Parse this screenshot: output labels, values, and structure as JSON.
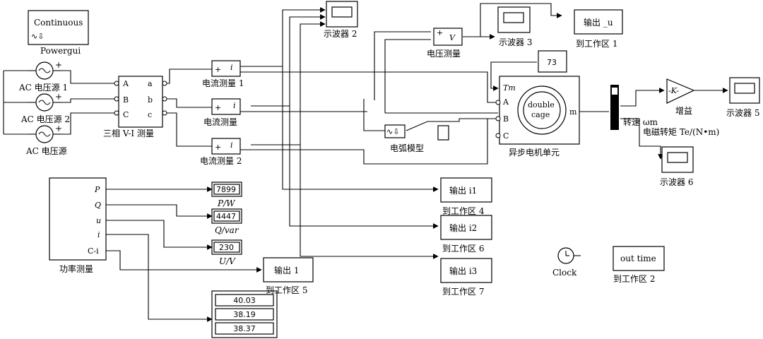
{
  "powergui": {
    "mode": "Continuous",
    "name": "Powergui",
    "icon": "sine-wave-icon"
  },
  "sources": [
    {
      "label": "AC 电压源 1"
    },
    {
      "label": "AC 电压源 2"
    },
    {
      "label": "AC 电压源"
    }
  ],
  "source_polarity": "+",
  "vi_meas": {
    "label": "三相 V-I 测量",
    "ports_in": [
      "A",
      "B",
      "C"
    ],
    "ports_out": [
      "a",
      "b",
      "c"
    ]
  },
  "current_meas": [
    {
      "label": "电流测量 1",
      "sign": "+",
      "sym": "i"
    },
    {
      "label": "电流测量",
      "sign": "+",
      "sym": "i"
    },
    {
      "label": "电流测量 2",
      "sign": "+",
      "sym": "i"
    }
  ],
  "voltage_meas": {
    "label": "电压测量",
    "sign": "+",
    "sym": "V"
  },
  "arc_model": {
    "label": "电弧模型"
  },
  "motor": {
    "label": "异步电机单元",
    "center_line1": "double",
    "center_line2": "cage",
    "tm_port": "Tm",
    "ports": [
      "A",
      "B",
      "C"
    ],
    "out_port": "m"
  },
  "torque_const": "73",
  "scopes": {
    "s2": "示波器 2",
    "s3": "示波器 3",
    "s5": "示波器 5",
    "s6": "示波器 6"
  },
  "workspace": {
    "u": {
      "block": "输出 _u",
      "label": "到工作区 1"
    },
    "i1": {
      "block": "输出 i1",
      "label": "到工作区 4"
    },
    "i2": {
      "block": "输出 i2",
      "label": "到工作区 6"
    },
    "i3": {
      "block": "输出 i3",
      "label": "到工作区 7"
    },
    "out1": {
      "block": "输出 1",
      "label": "到工作区 5"
    },
    "time": {
      "block": "out time",
      "label": "到工作区 2"
    }
  },
  "gain": {
    "symbol": "-K-",
    "label": "增益"
  },
  "speed_label": "转速 ωm",
  "torque_label": "电磁转矩 Te/(N•m)",
  "power_meas": {
    "label": "功率测量",
    "ports": [
      "P",
      "Q",
      "u",
      "i",
      "C-i"
    ]
  },
  "displays": {
    "P": {
      "value": "7899",
      "label": "P/W"
    },
    "Q": {
      "value": "4447",
      "label": "Q/var"
    },
    "U": {
      "value": "230",
      "label": "U/V"
    },
    "multi": [
      "40.03",
      "38.19",
      "38.37"
    ]
  },
  "clock": {
    "label": "Clock",
    "icon": "clock-icon"
  }
}
